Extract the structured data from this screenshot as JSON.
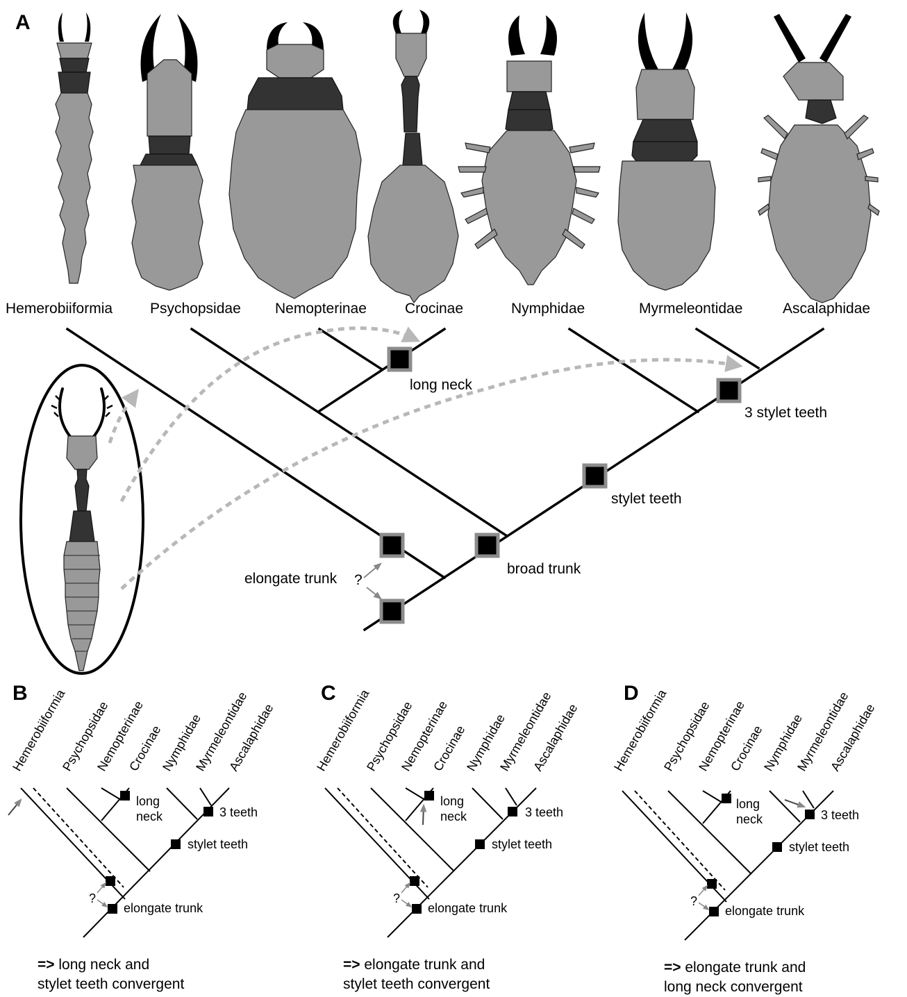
{
  "panels": {
    "a": "A",
    "b": "B",
    "c": "C",
    "d": "D"
  },
  "taxa": [
    "Hemerobiiformia",
    "Psychopsidae",
    "Nemopterinae",
    "Crocinae",
    "Nymphidae",
    "Myrmeleontidae",
    "Ascalaphidae"
  ],
  "panel_a": {
    "long_neck": "long neck",
    "three_stylet_teeth": "3 stylet teeth",
    "stylet_teeth": "stylet teeth",
    "broad_trunk": "broad trunk",
    "elongate_trunk": "elongate trunk",
    "question": "?"
  },
  "small_trees": {
    "long": "long",
    "neck": "neck",
    "three_teeth": "3 teeth",
    "stylet_teeth": "stylet teeth",
    "elongate_trunk": "elongate trunk",
    "question": "?"
  },
  "conclusions": {
    "b": {
      "arrow": "=>",
      "line1": "long neck and",
      "line2": "stylet teeth convergent"
    },
    "c": {
      "arrow": "=>",
      "line1": "elongate trunk and",
      "line2": "stylet teeth convergent"
    },
    "d": {
      "arrow": "=>",
      "line1": "elongate trunk and",
      "line2": "long neck convergent"
    }
  },
  "colors": {
    "marker_fill": "#000000",
    "marker_border": "#8c8c8c",
    "dash_arrow": "#b8b8b8",
    "body": "#999999",
    "dark_segment": "#333333"
  }
}
